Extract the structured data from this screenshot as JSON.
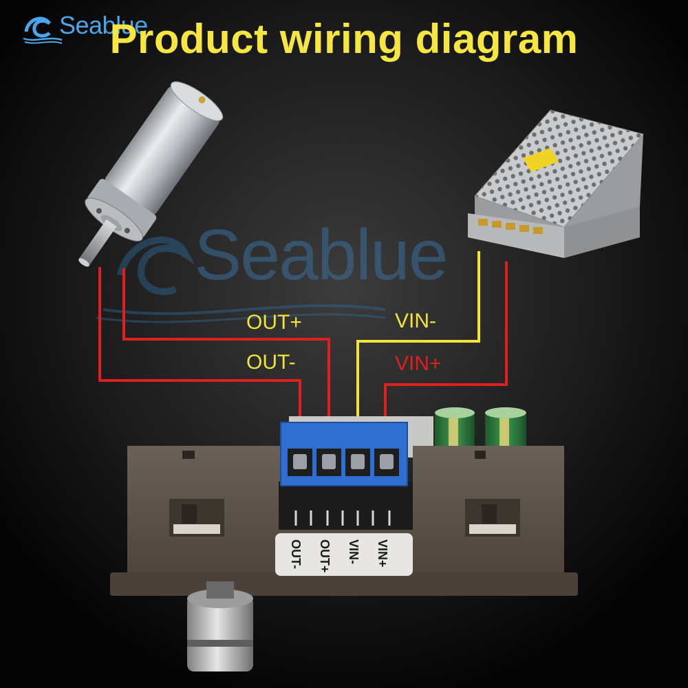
{
  "brand": {
    "name": "Seablue"
  },
  "title": "Product wiring diagram",
  "watermark": "Seablue",
  "labels": {
    "out_plus": "OUT+",
    "out_minus": "OUT-",
    "vin_minus": "VIN-",
    "vin_plus": "VIN+"
  },
  "terminal_plate": [
    "OUT-",
    "OUT+",
    "VIN-",
    "VIN+"
  ],
  "colors": {
    "title": "#f5e642",
    "brand": "#4aa6e8",
    "wire_red": "#e01f1f",
    "wire_yellow": "#f3e43a",
    "terminal_blue": "#2f6fd1",
    "housing": "#5b5248"
  },
  "components": {
    "motor": "dc-gear-motor",
    "power_supply": "switching-power-supply",
    "controller": "motor-speed-controller"
  }
}
